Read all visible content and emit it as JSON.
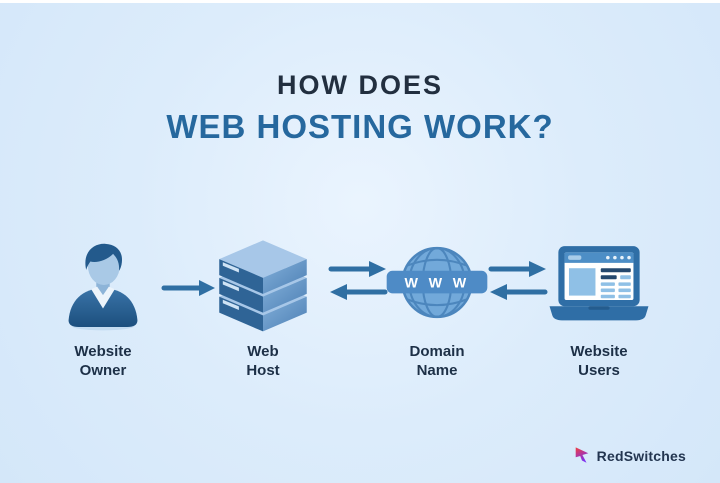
{
  "title": {
    "line1": "HOW DOES",
    "line2": "WEB HOSTING WORK?"
  },
  "nodes": [
    {
      "id": "website-owner",
      "icon": "person-icon",
      "label_line1": "Website",
      "label_line2": "Owner"
    },
    {
      "id": "web-host",
      "icon": "server-icon",
      "label_line1": "Web",
      "label_line2": "Host"
    },
    {
      "id": "domain-name",
      "icon": "globe-www-icon",
      "label_line1": "Domain",
      "label_line2": "Name",
      "banner_text": "W W W"
    },
    {
      "id": "website-users",
      "icon": "browser-icon",
      "label_line1": "Website",
      "label_line2": "Users"
    }
  ],
  "connectors": [
    {
      "from": "website-owner",
      "to": "web-host",
      "type": "single-right"
    },
    {
      "from": "web-host",
      "to": "domain-name",
      "type": "double-bidirectional"
    },
    {
      "from": "domain-name",
      "to": "website-users",
      "type": "double-bidirectional"
    }
  ],
  "brand": {
    "name": "RedSwitches"
  },
  "colors": {
    "background": "#dcecfb",
    "title_primary": "#222f3f",
    "title_accent": "#26689e",
    "label": "#1d3047",
    "arrow": "#2f6fa3",
    "icon_blue_dark": "#2f6ea6",
    "icon_blue_mid": "#5b94c9",
    "icon_blue_light": "#a9c9e6",
    "brand_red": "#e8304a",
    "brand_purple": "#7b2ff2"
  }
}
